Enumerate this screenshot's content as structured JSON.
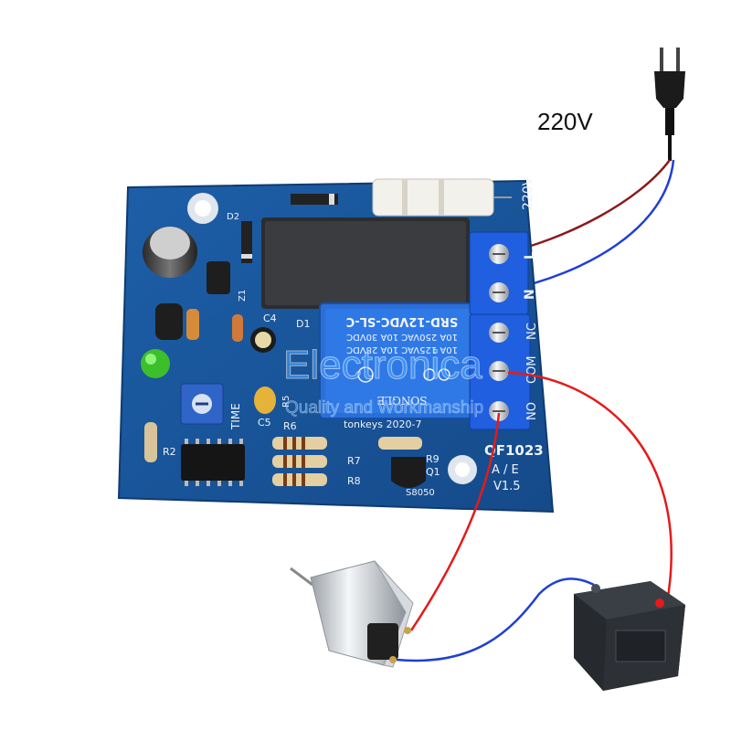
{
  "supply_label": "220V",
  "board": {
    "model": "QF1023",
    "ae": "A / E",
    "version": "V1.5",
    "mfg": "tonkeys 2020-7",
    "input_terminals": {
      "top": "220V",
      "live": "L",
      "neutral": "N"
    },
    "output_terminals": {
      "nc": "NC",
      "com": "COM",
      "no": "NO"
    },
    "timer": "TIME",
    "refs": [
      "R2",
      "R6",
      "R7",
      "R8",
      "R9",
      "Q1",
      "S8050",
      "C4",
      "C5",
      "D1",
      "D2",
      "Z1",
      "R5"
    ]
  },
  "relay": {
    "line1": "SRD-12VDC-SL-C",
    "line2": "10A 250VAC  10A 30VDC",
    "line3": "10A 125VAC  10A 28VDC",
    "brand": "SONGLE"
  },
  "watermark": {
    "line1": "Electronica",
    "line2": "Quality and Workmanship"
  },
  "wire_colors": {
    "live": "#8b1a1a",
    "neutral": "#1f3fd6",
    "positive": "#e31b1b",
    "negative": "#1f3fd6"
  }
}
